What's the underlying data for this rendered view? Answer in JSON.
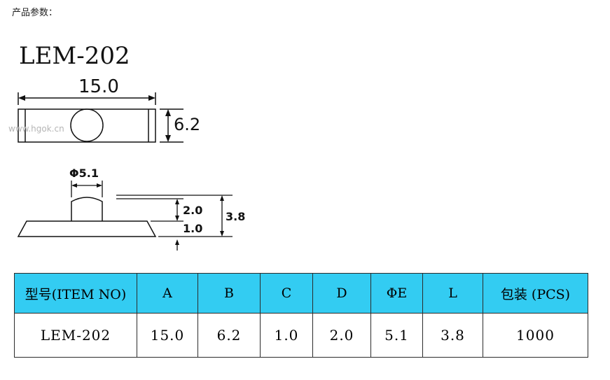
{
  "page": {
    "heading": "产品参数：",
    "watermark": "www.hgok.cn"
  },
  "drawing": {
    "model": "LEM-202",
    "top_view": {
      "length_label": "15.0",
      "height_label": "6.2"
    },
    "side_view": {
      "diameter_label": "Φ5.1",
      "height_a_label": "2.0",
      "height_b_label": "1.0",
      "total_height_label": "3.8"
    }
  },
  "table": {
    "header_color": "#33ccf2",
    "headers": [
      "型号(ITEM NO)",
      "A",
      "B",
      "C",
      "D",
      "ΦE",
      "L",
      "包装 (PCS)"
    ],
    "row": [
      "LEM-202",
      "15.0",
      "6.2",
      "1.0",
      "2.0",
      "5.1",
      "3.8",
      "1000"
    ]
  }
}
